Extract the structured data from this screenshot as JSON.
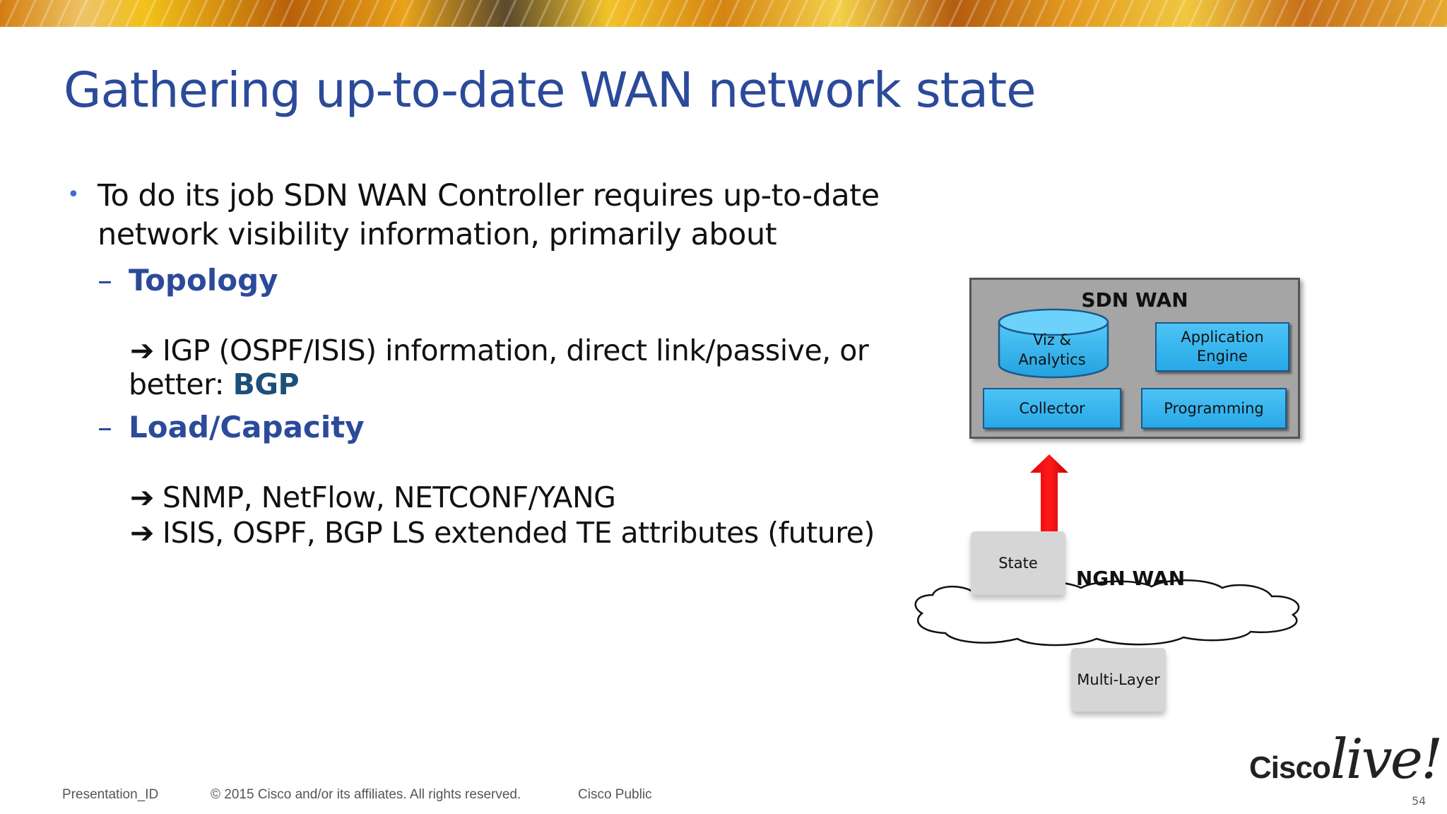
{
  "slide": {
    "title": "Gathering up-to-date WAN network state"
  },
  "content": {
    "bullet": "To do its job SDN WAN Controller requires up-to-date network visibility information, primarily about",
    "sub1": {
      "dash": "–",
      "label": "Topology",
      "line1": "IGP (OSPF/ISIS) information, direct link/passive, or",
      "line2_prefix": "better: ",
      "line2_bold": "BGP"
    },
    "sub2": {
      "dash": "–",
      "label": "Load/Capacity",
      "line1": "SNMP, NetFlow, NETCONF/YANG",
      "line2": "ISIS, OSPF, BGP LS extended TE attributes (future)"
    },
    "arrow_glyph": "➔"
  },
  "diagram": {
    "sdn_title": "SDN WAN",
    "viz": "Viz & Analytics",
    "app_engine": "Application Engine",
    "collector": "Collector",
    "programming": "Programming",
    "state": "State",
    "ngn": "NGN WAN",
    "multilayer": "Multi-Layer",
    "colors": {
      "box_blue": "#27a9e8",
      "arrow_red": "#ff0000",
      "gray_box": "#a5a5a5"
    }
  },
  "footer": {
    "presentation_id": "Presentation_ID",
    "copyright": "© 2015 Cisco and/or its affiliates. All rights reserved.",
    "classification": "Cisco Public",
    "page_number": "54"
  },
  "logo": {
    "cisco": "Cisco",
    "live": "live!"
  },
  "theme": {
    "title_color": "#2b4a9a",
    "bullet_color": "#3d6fd0"
  }
}
